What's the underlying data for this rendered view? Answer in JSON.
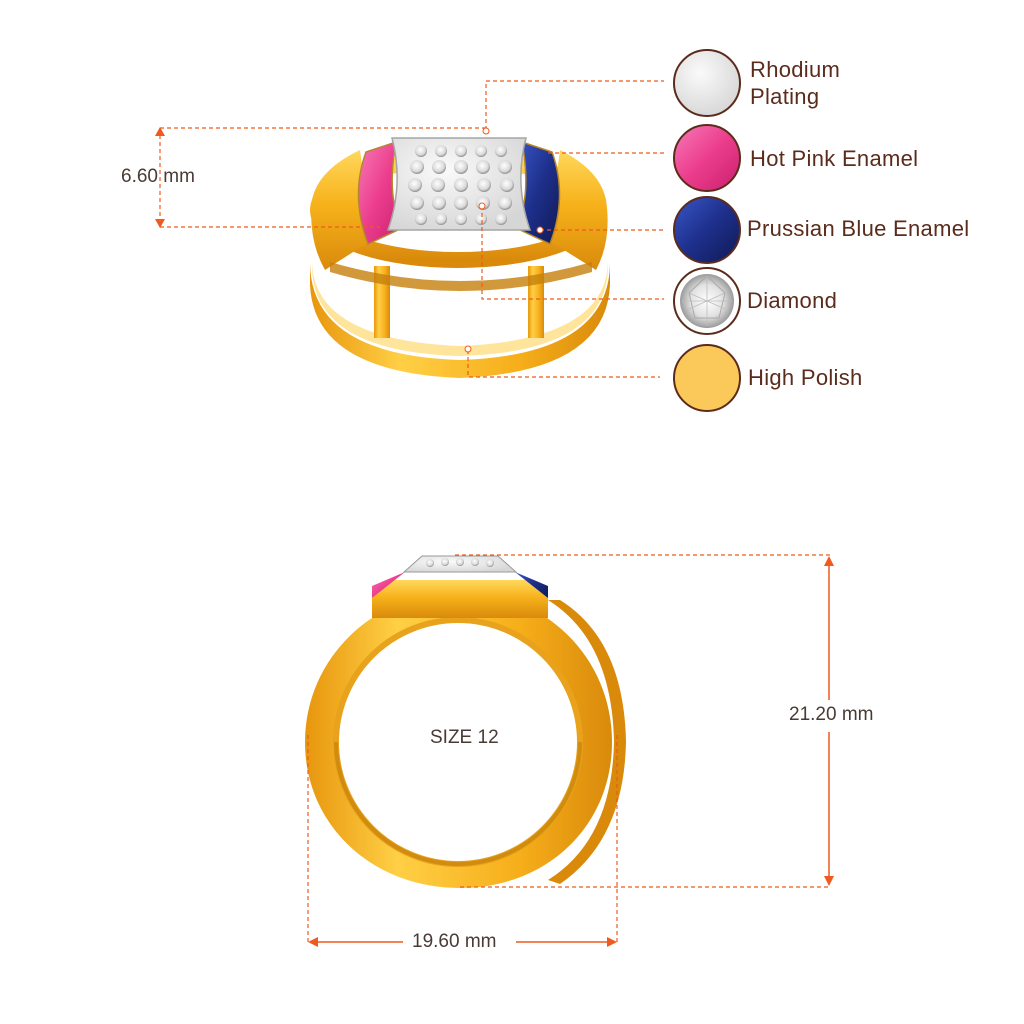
{
  "colors": {
    "dimension_line": "#ee5a1f",
    "swatch_border": "#5b2b1c",
    "label_text": "#5b2b1c",
    "gold": "#f5b21c",
    "gold_dark": "#d8870a",
    "gold_light": "#ffd75a",
    "pink_enamel": "#ee3f93",
    "blue_enamel": "#1d2f8a",
    "rhodium": "#e4e4e4"
  },
  "legend": [
    {
      "label": "Rhodium\nPlating",
      "swatch_color": "#e6e6e6",
      "swatch_type": "rhodium-swatch"
    },
    {
      "label": "Hot Pink Enamel",
      "swatch_color": "#ea3f8f",
      "swatch_type": "pink-swatch"
    },
    {
      "label": "Prussian Blue Enamel",
      "swatch_color": "#1b2f8a",
      "swatch_type": "blue-swatch"
    },
    {
      "label": "Diamond",
      "swatch_color": "#f2f2f2",
      "swatch_type": "diamond-swatch"
    },
    {
      "label": "High Polish",
      "swatch_color": "#fbc85a",
      "swatch_type": "gold-swatch"
    }
  ],
  "dimensions": {
    "top_height": "6.60 mm",
    "side_height": "21.20 mm",
    "width": "19.60 mm",
    "ring_size": "SIZE 12"
  }
}
